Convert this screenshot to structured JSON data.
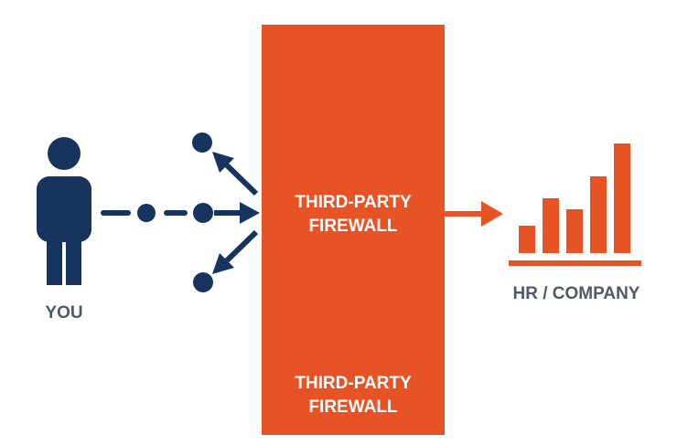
{
  "user": {
    "label": "YOU"
  },
  "firewall": {
    "primary_line1": "THIRD-PARTY",
    "primary_line2": "FIREWALL",
    "secondary_line1": "THIRD-PARTY",
    "secondary_line2": "FIREWALL"
  },
  "company": {
    "label": "HR / COMPANY"
  },
  "bar_levels": [
    0.25,
    0.5,
    0.4,
    0.7,
    1.0
  ],
  "colors": {
    "navy": "#17345e",
    "orange": "#e85325",
    "label_gray": "#4d5a6c",
    "background": "#ffffff"
  },
  "icons": [
    "person-icon",
    "chart-icon"
  ]
}
